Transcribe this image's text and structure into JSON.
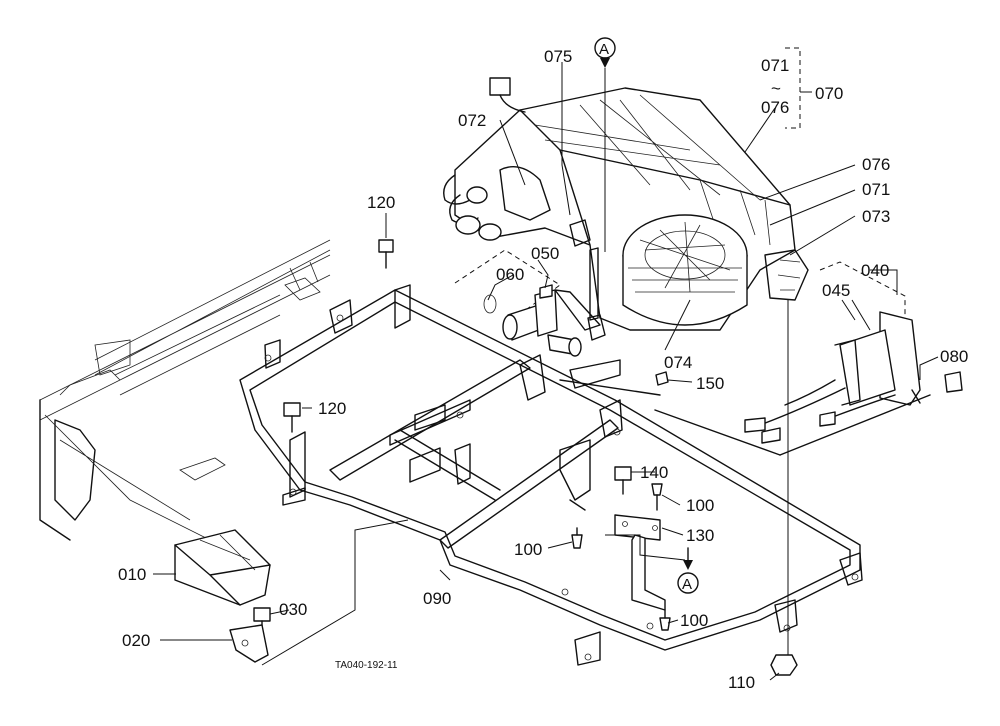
{
  "figure_code": "TA040-192-11",
  "view_marker": "A",
  "labels": {
    "p010": "010",
    "p020": "020",
    "p030": "030",
    "p040": "040",
    "p045": "045",
    "p050": "050",
    "p060": "060",
    "p070": "070",
    "p071_range": "071",
    "tilde": "~",
    "p076_range": "076",
    "p071": "071",
    "p072": "072",
    "p073": "073",
    "p074": "074",
    "p075": "075",
    "p076": "076",
    "p080": "080",
    "p090": "090",
    "p100_a": "100",
    "p100_b": "100",
    "p100_c": "100",
    "p110": "110",
    "p120_a": "120",
    "p120_b": "120",
    "p130": "130",
    "p140": "140",
    "p150": "150"
  }
}
